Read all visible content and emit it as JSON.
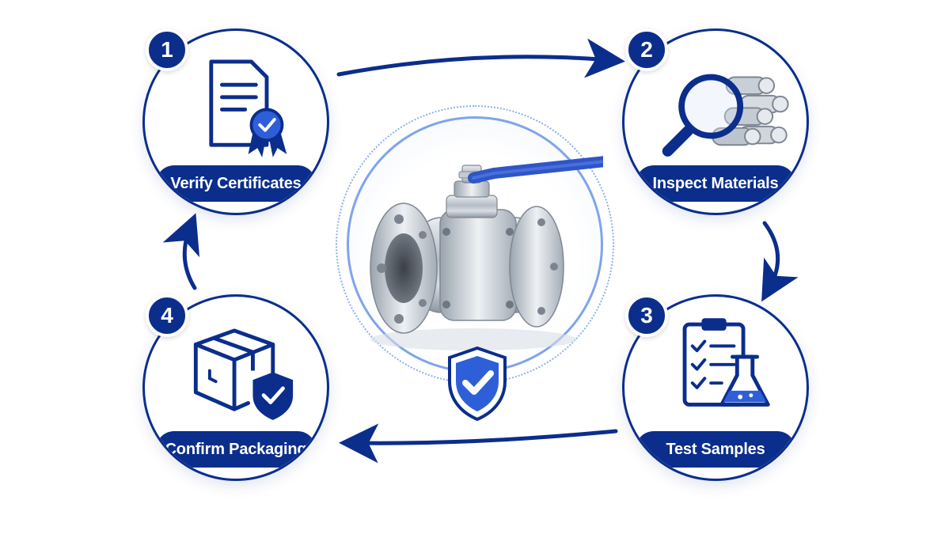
{
  "steps": [
    {
      "number": "1",
      "label": "Verify Certificates",
      "icon": "certificate-icon"
    },
    {
      "number": "2",
      "label": "Inspect Materials",
      "icon": "magnifier-materials-icon"
    },
    {
      "number": "3",
      "label": "Test Samples",
      "icon": "checklist-flask-icon"
    },
    {
      "number": "4",
      "label": "Confirm Packaging",
      "icon": "box-shield-icon"
    }
  ],
  "center": {
    "image": "ball-valve",
    "badge_icon": "shield-check-icon"
  },
  "colors": {
    "primary": "#0b2e8c",
    "accent": "#2f5fd8",
    "ring": "#7fa4ec",
    "steel": "#b9c0c8"
  }
}
